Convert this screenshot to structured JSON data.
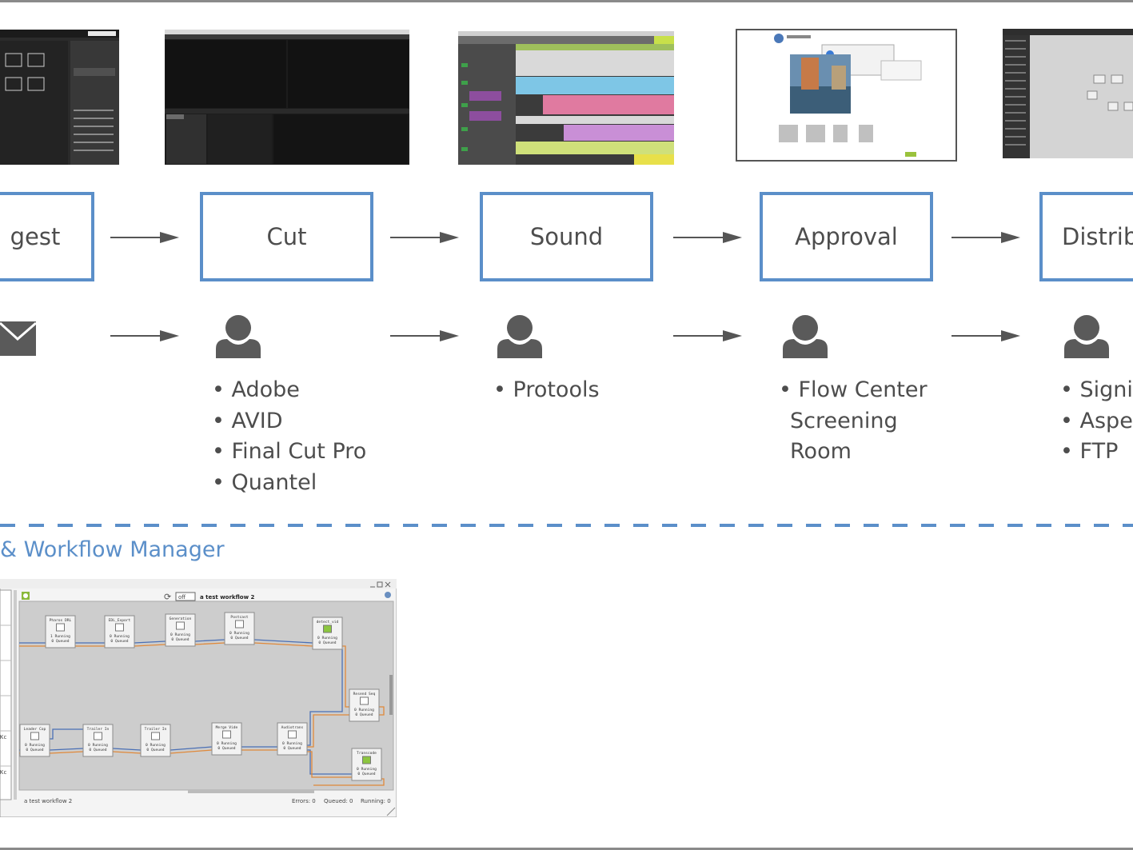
{
  "stages": [
    {
      "label": "gest",
      "bullets": []
    },
    {
      "label": "Cut",
      "bullets": [
        "Adobe",
        "AVID",
        "Final Cut Pro",
        "Quantel"
      ]
    },
    {
      "label": "Sound",
      "bullets": [
        "Protools"
      ]
    },
    {
      "label": "Approval",
      "bullets": [
        "Flow Center",
        "Screening",
        "Room"
      ]
    },
    {
      "label": "Distrib",
      "bullets": [
        "Signia",
        "Asper",
        "FTP"
      ]
    }
  ],
  "manager": {
    "title": "& Workflow Manager"
  },
  "workflow": {
    "title": "a test workflow 2",
    "toggle": "off",
    "footer_name": "a test workflow 2",
    "errors": "Errors: 0",
    "queued": "Queued: 0",
    "running": "Running: 0",
    "left_labels": [
      "Kc",
      "Kc"
    ],
    "nodes": [
      {
        "name": "Pharos DRL",
        "l1": "1 Running",
        "l2": "0 Queued"
      },
      {
        "name": "EDL_Export",
        "l1": "0 Running",
        "l2": "0 Queued"
      },
      {
        "name": "Generation",
        "l1": "0 Running",
        "l2": "0 Queued"
      },
      {
        "name": "Postcast",
        "l1": "0 Running",
        "l2": "0 Queued"
      },
      {
        "name": "detect_vid",
        "l1": "0 Running",
        "l2": "0 Queued"
      },
      {
        "name": "Resend Seq",
        "l1": "0 Running",
        "l2": "0 Queued"
      },
      {
        "name": "Leader Cop",
        "l1": "0 Running",
        "l2": "0 Queued"
      },
      {
        "name": "Trailer In",
        "l1": "0 Running",
        "l2": "0 Queued"
      },
      {
        "name": "Trailer In",
        "l1": "0 Running",
        "l2": "0 Queued"
      },
      {
        "name": "Merge Vide",
        "l1": "0 Running",
        "l2": "0 Queued"
      },
      {
        "name": "Audiotrans",
        "l1": "0 Running",
        "l2": "0 Queued"
      },
      {
        "name": "Transcode",
        "l1": "0 Running",
        "l2": "0 Queued"
      }
    ]
  },
  "colors": {
    "accent": "#5b8fc9",
    "text": "#4d4d4d",
    "arrow": "#555555"
  },
  "icons": [
    "mail-icon",
    "user-icon",
    "user-icon",
    "user-icon",
    "user-icon"
  ]
}
